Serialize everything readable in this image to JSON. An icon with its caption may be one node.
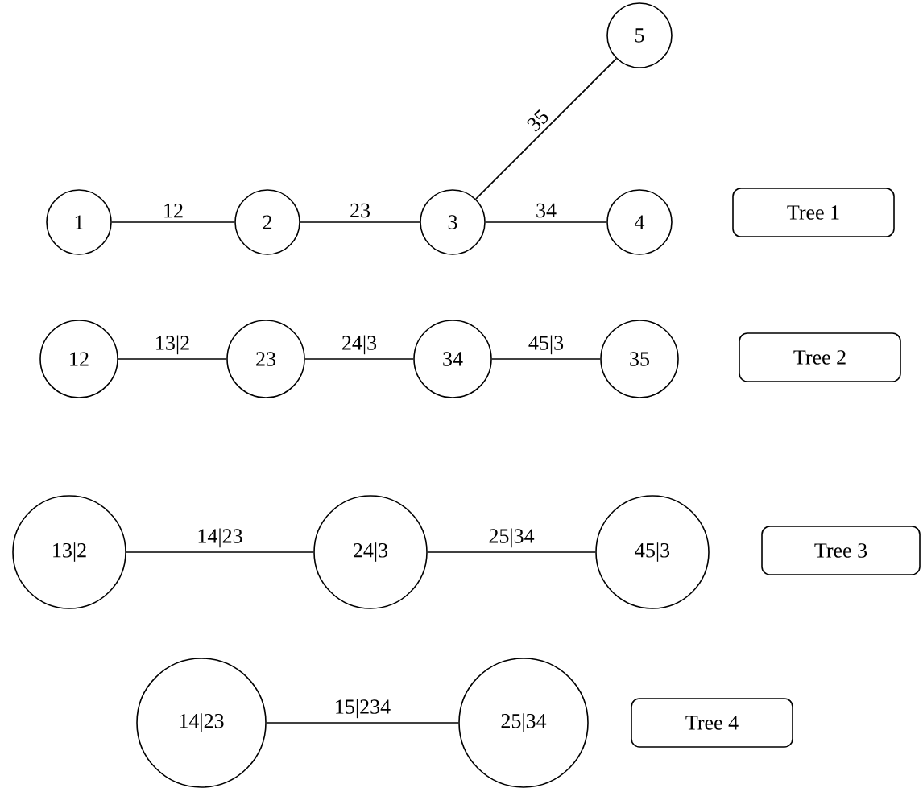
{
  "diagram": {
    "nodes": [
      {
        "text": [
          "5"
        ]
      },
      {
        "text": [
          "1"
        ]
      },
      {
        "text": [
          "2"
        ]
      },
      {
        "text": [
          "3"
        ]
      },
      {
        "text": [
          "4"
        ]
      },
      {
        "text": [
          "Tree 1"
        ]
      },
      {
        "text": [
          "12"
        ]
      },
      {
        "text": [
          "23"
        ]
      },
      {
        "text": [
          "34"
        ]
      },
      {
        "text": [
          "35"
        ]
      },
      {
        "text": [
          "Tree 2"
        ]
      },
      {
        "text": [
          "13|2"
        ]
      },
      {
        "text": [
          "24|3"
        ]
      },
      {
        "text": [
          "45|3"
        ]
      },
      {
        "text": [
          "Tree 3"
        ]
      },
      {
        "text": [
          "14|23"
        ]
      },
      {
        "text": [
          "25|34"
        ]
      },
      {
        "text": [
          "Tree 4"
        ]
      }
    ],
    "edges": [
      {
        "from": 3,
        "to": 0,
        "arrow": "none",
        "label": "35"
      },
      {
        "from": 1,
        "to": 2,
        "arrow": "none",
        "label": "12"
      },
      {
        "from": 2,
        "to": 3,
        "arrow": "none",
        "label": "23"
      },
      {
        "from": 3,
        "to": 4,
        "arrow": "none",
        "label": "34"
      },
      {
        "from": 6,
        "to": 7,
        "arrow": "none",
        "label": "13|2"
      },
      {
        "from": 7,
        "to": 8,
        "arrow": "none",
        "label": "24|3"
      },
      {
        "from": 8,
        "to": 9,
        "arrow": "none",
        "label": "45|3"
      },
      {
        "from": 11,
        "to": 12,
        "arrow": "none",
        "label": "14|23"
      },
      {
        "from": 12,
        "to": 13,
        "arrow": "none",
        "label": "25|34"
      },
      {
        "from": 15,
        "to": 16,
        "arrow": "none",
        "label": "15|234"
      }
    ]
  }
}
